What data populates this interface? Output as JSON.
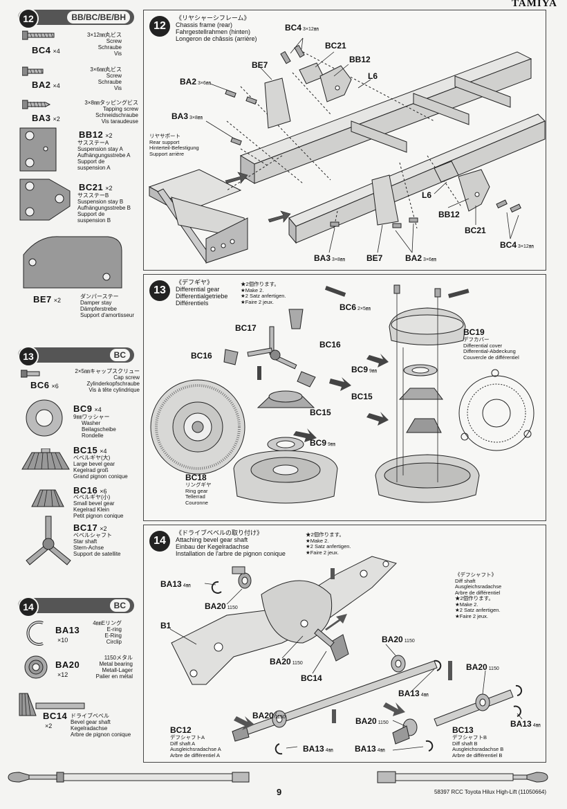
{
  "brand": "TAMIYA",
  "page_number": "9",
  "footer_code": "58397 RCC Toyota Hilux High-Lift (11050664)",
  "sidebar": {
    "section12": {
      "num": "12",
      "codes": "BB/BC/BE/BH",
      "parts": [
        {
          "code": "BC4",
          "count": "×4",
          "ja": "3×12㎜丸ビス",
          "desc": [
            "Screw",
            "Schraube",
            "Vis"
          ]
        },
        {
          "code": "BA2",
          "count": "×4",
          "ja": "3×6㎜丸ビス",
          "desc": [
            "Screw",
            "Schraube",
            "Vis"
          ]
        },
        {
          "code": "BA3",
          "count": "×2",
          "ja": "3×8㎜タッピングビス",
          "desc": [
            "Tapping screw",
            "Schneidschraube",
            "Vis taraudeuse"
          ]
        },
        {
          "code": "BB12",
          "count": "×2",
          "ja": "サスステーA",
          "desc": [
            "Suspension stay A",
            "Aufhängungsstrebe A",
            "Support de",
            "suspension A"
          ]
        },
        {
          "code": "BC21",
          "count": "×2",
          "ja": "サスステーB",
          "desc": [
            "Suspension stay B",
            "Aufhängungsstrebe B",
            "Support de",
            "suspension B"
          ]
        },
        {
          "code": "BE7",
          "count": "×2",
          "ja": "ダンパーステー",
          "desc": [
            "Damper stay",
            "Dämpferstrebe",
            "Support d'amortisseur"
          ]
        }
      ]
    },
    "section13": {
      "num": "13",
      "codes": "BC",
      "parts": [
        {
          "code": "BC6",
          "count": "×6",
          "ja": "2×5㎜キャップスクリュー",
          "desc": [
            "Cap screw",
            "Zylinderkopfschraube",
            "Vis à tête cylindrique"
          ]
        },
        {
          "code": "BC9",
          "count": "×4",
          "ja": "9㎜ワッシャー",
          "desc": [
            "Washer",
            "Beilagscheibe",
            "Rondelle"
          ]
        },
        {
          "code": "BC15",
          "count": "×4",
          "ja": "ベベルギヤ(大)",
          "desc": [
            "Large bevel gear",
            "Kegelrad groß",
            "Grand pignon conique"
          ]
        },
        {
          "code": "BC16",
          "count": "×6",
          "ja": "ベベルギヤ(小)",
          "desc": [
            "Small bevel gear",
            "Kegelrad Klein",
            "Petit pignon conique"
          ]
        },
        {
          "code": "BC17",
          "count": "×2",
          "ja": "ベベルシャフト",
          "desc": [
            "Star shaft",
            "Stern-Achse",
            "Support de satellite"
          ]
        }
      ]
    },
    "section14": {
      "num": "14",
      "codes": "BC",
      "parts": [
        {
          "code": "BA13",
          "count": "×10",
          "ja": "4㎜Eリング",
          "desc": [
            "E-ring",
            "E-Ring",
            "Circlip"
          ]
        },
        {
          "code": "BA20",
          "count": "×12",
          "ja": "1150メタル",
          "desc": [
            "Metal bearing",
            "Metall-Lager",
            "Palier en métal"
          ]
        },
        {
          "code": "BC14",
          "count": "×2",
          "ja": "ドライブベベル",
          "desc": [
            "Bevel gear shaft",
            "Kegelradachse",
            "Arbre de pignon conique"
          ]
        }
      ]
    }
  },
  "step12": {
    "num": "12",
    "title": [
      "《リヤシャーシフレーム》",
      "Chassis frame (rear)",
      "Fahrgestellrahmen (hinten)",
      "Longeron de châssis (arrière)"
    ],
    "rear_support": [
      "リヤサポート",
      "Rear support",
      "Hinterteil-Befestigung",
      "Support arrière"
    ],
    "labels": {
      "bc4_top": "BC4",
      "bc4_top_size": "3×12㎜",
      "bc21_top": "BC21",
      "bb12_top": "BB12",
      "l6_top": "L6",
      "be7_top": "BE7",
      "ba2_top": "BA2",
      "ba2_top_size": "3×6㎜",
      "ba3_top": "BA3",
      "ba3_top_size": "3×8㎜",
      "l6_bottom": "L6",
      "bb12_bottom": "BB12",
      "bc21_bottom": "BC21",
      "bc4_bottom": "BC4",
      "bc4_bottom_size": "3×12㎜",
      "ba3_bottom": "BA3",
      "ba3_bottom_size": "3×8㎜",
      "be7_bottom": "BE7",
      "ba2_bottom": "BA2",
      "ba2_bottom_size": "3×6㎜"
    }
  },
  "step13": {
    "num": "13",
    "title": [
      "《デフギヤ》",
      "Differential gear",
      "Differentialgetriebe",
      "Différentiels"
    ],
    "note": [
      "★2個作ります。",
      "★Make 2.",
      "★2 Satz anfertigen.",
      "★Faire 2 jeux."
    ],
    "cover": [
      "デフカバー",
      "Differential cover",
      "Differential-Abdeckung",
      "Couvercle de différentiel"
    ],
    "ring": [
      "リングギヤ",
      "Ring gear",
      "Tellerrad",
      "Couronne"
    ],
    "labels": {
      "bc6": "BC6",
      "bc6_size": "2×5㎜",
      "bc17": "BC17",
      "bc16_left": "BC16",
      "bc16_right": "BC16",
      "bc19": "BC19",
      "bc9_right": "BC9",
      "bc9_right_size": "9㎜",
      "bc15_right": "BC15",
      "bc15_left": "BC15",
      "bc9_left": "BC9",
      "bc9_left_size": "9㎜",
      "bc18": "BC18"
    }
  },
  "step14": {
    "num": "14",
    "title": [
      "《ドライブベベルの取り付け》",
      "Attaching bevel gear shaft",
      "Einbau der Kegelradachse",
      "Installation de l'arbre de pignon conique"
    ],
    "note": [
      "★2個作ります。",
      "★Make 2.",
      "★2 Satz anfertigen.",
      "★Faire 2 jeux."
    ],
    "diff_shaft": [
      "《デフシャフト》",
      "Diff shaft",
      "Ausgleichsradachse",
      "Arbre de différentiel",
      "★2個作ります。",
      "★Make 2.",
      "★2 Satz anfertigen.",
      "★Faire 2 jeux."
    ],
    "bc12_desc": [
      "デフシャフトA",
      "Diff shaft A",
      "Ausgleichsradachse A",
      "Arbre de différentiel A"
    ],
    "bc13_desc": [
      "デフシャフトB",
      "Diff shaft B",
      "Ausgleichsradachse B",
      "Arbre de différentiel B"
    ],
    "labels": {
      "ba13_a": "BA13",
      "ba13_a_size": "4㎜",
      "ba20_a": "BA20",
      "ba20_a_size": "1150",
      "b1": "B1",
      "ba20_b": "BA20",
      "ba20_b_size": "1150",
      "bc14": "BC14",
      "ba20_c": "BA20",
      "ba20_c_size": "1150",
      "ba13_b": "BA13",
      "ba13_b_size": "4㎜",
      "ba20_d": "BA20",
      "ba20_d_size": "1150",
      "ba20_e": "BA20",
      "ba20_e_size": "1150",
      "ba13_c": "BA13",
      "ba13_c_size": "4㎜",
      "ba20_f": "BA20",
      "ba20_f_size": "1150",
      "bc12": "BC12",
      "bc13": "BC13",
      "ba13_d": "BA13",
      "ba13_d_size": "4㎜",
      "ba13_e": "BA13",
      "ba13_e_size": "4㎜"
    }
  }
}
